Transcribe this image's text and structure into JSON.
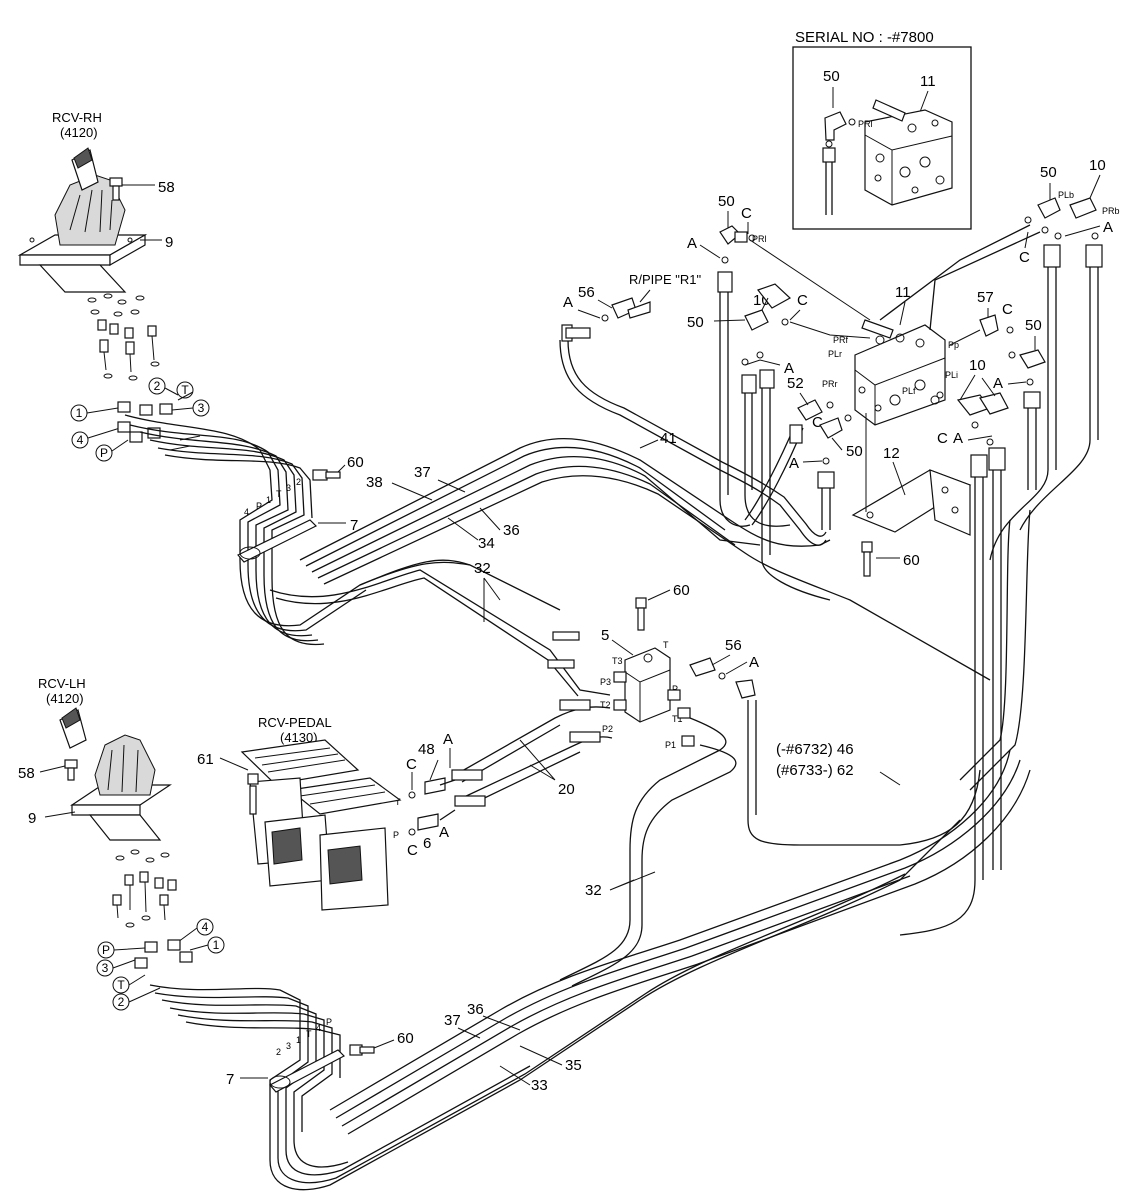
{
  "inset": {
    "title": "SERIAL NO : -#7800",
    "label_50": "50",
    "label_11": "11",
    "port_prl": "PRl"
  },
  "rcv_rh": {
    "name": "RCV-RH",
    "code": "(4120)"
  },
  "rcv_lh": {
    "name": "RCV-LH",
    "code": "(4120)"
  },
  "rcv_pedal": {
    "name": "RCV-PEDAL",
    "code": "(4130)"
  },
  "rpipe": "R/PIPE \"R1\"",
  "serial_note": {
    "line1": "(-#6732) 46",
    "line2": "(#6733-) 62"
  },
  "callouts": {
    "n58a": "58",
    "n9a": "9",
    "n60a": "60",
    "n7a": "7",
    "n38": "38",
    "n37a": "37",
    "n34": "34",
    "n36a": "36",
    "n32a": "32",
    "n41": "41",
    "n56a": "56",
    "n50a": "50",
    "n50b": "50",
    "n50c": "50",
    "n50d": "50",
    "n50e": "50",
    "n10a": "10",
    "n10b": "10",
    "n10c": "10",
    "n11": "11",
    "n57": "57",
    "n52": "52",
    "n12": "12",
    "n60b": "60",
    "n60c": "60",
    "n5": "5",
    "n56b": "56",
    "n20": "20",
    "n48": "48",
    "n61": "61",
    "n6": "6",
    "n32b": "32",
    "n58b": "58",
    "n9b": "9",
    "n7b": "7",
    "n60d": "60",
    "n37b": "37",
    "n36b": "36",
    "n35": "35",
    "n33": "33"
  },
  "letters": {
    "c1": "C",
    "c2": "C",
    "c3": "C",
    "c4": "C",
    "c5": "C",
    "c6": "C",
    "c7": "C",
    "a1": "A",
    "a2": "A",
    "a3": "A",
    "a4": "A",
    "a5": "A",
    "a6": "A",
    "a7": "A",
    "a8": "A",
    "a9": "A"
  },
  "ports": {
    "prl": "PRl",
    "plb": "PLb",
    "prb": "PRb",
    "prf": "PRf",
    "plr": "PLr",
    "pp": "Pp",
    "prr": "PRr",
    "plf": "PLf",
    "pli": "PLi",
    "t3": "T3",
    "t": "T",
    "p3": "P3",
    "p": "P",
    "t2": "T2",
    "t1": "T1",
    "p2": "P2",
    "p1": "P1",
    "pedal_t": "T",
    "pedal_p": "P"
  },
  "rh_circles": {
    "c1": "1",
    "c2": "2",
    "cT": "T",
    "c3": "3",
    "c4": "4",
    "cP": "P"
  },
  "lh_circles": {
    "c4": "4",
    "c1": "1",
    "cP": "P",
    "c3": "3",
    "cT": "T",
    "c2": "2"
  },
  "hose_tags_rh": [
    "4",
    "P",
    "1",
    "T",
    "3",
    "2"
  ],
  "hose_tags_lh": [
    "2",
    "3",
    "1",
    "T",
    "4",
    "P"
  ]
}
